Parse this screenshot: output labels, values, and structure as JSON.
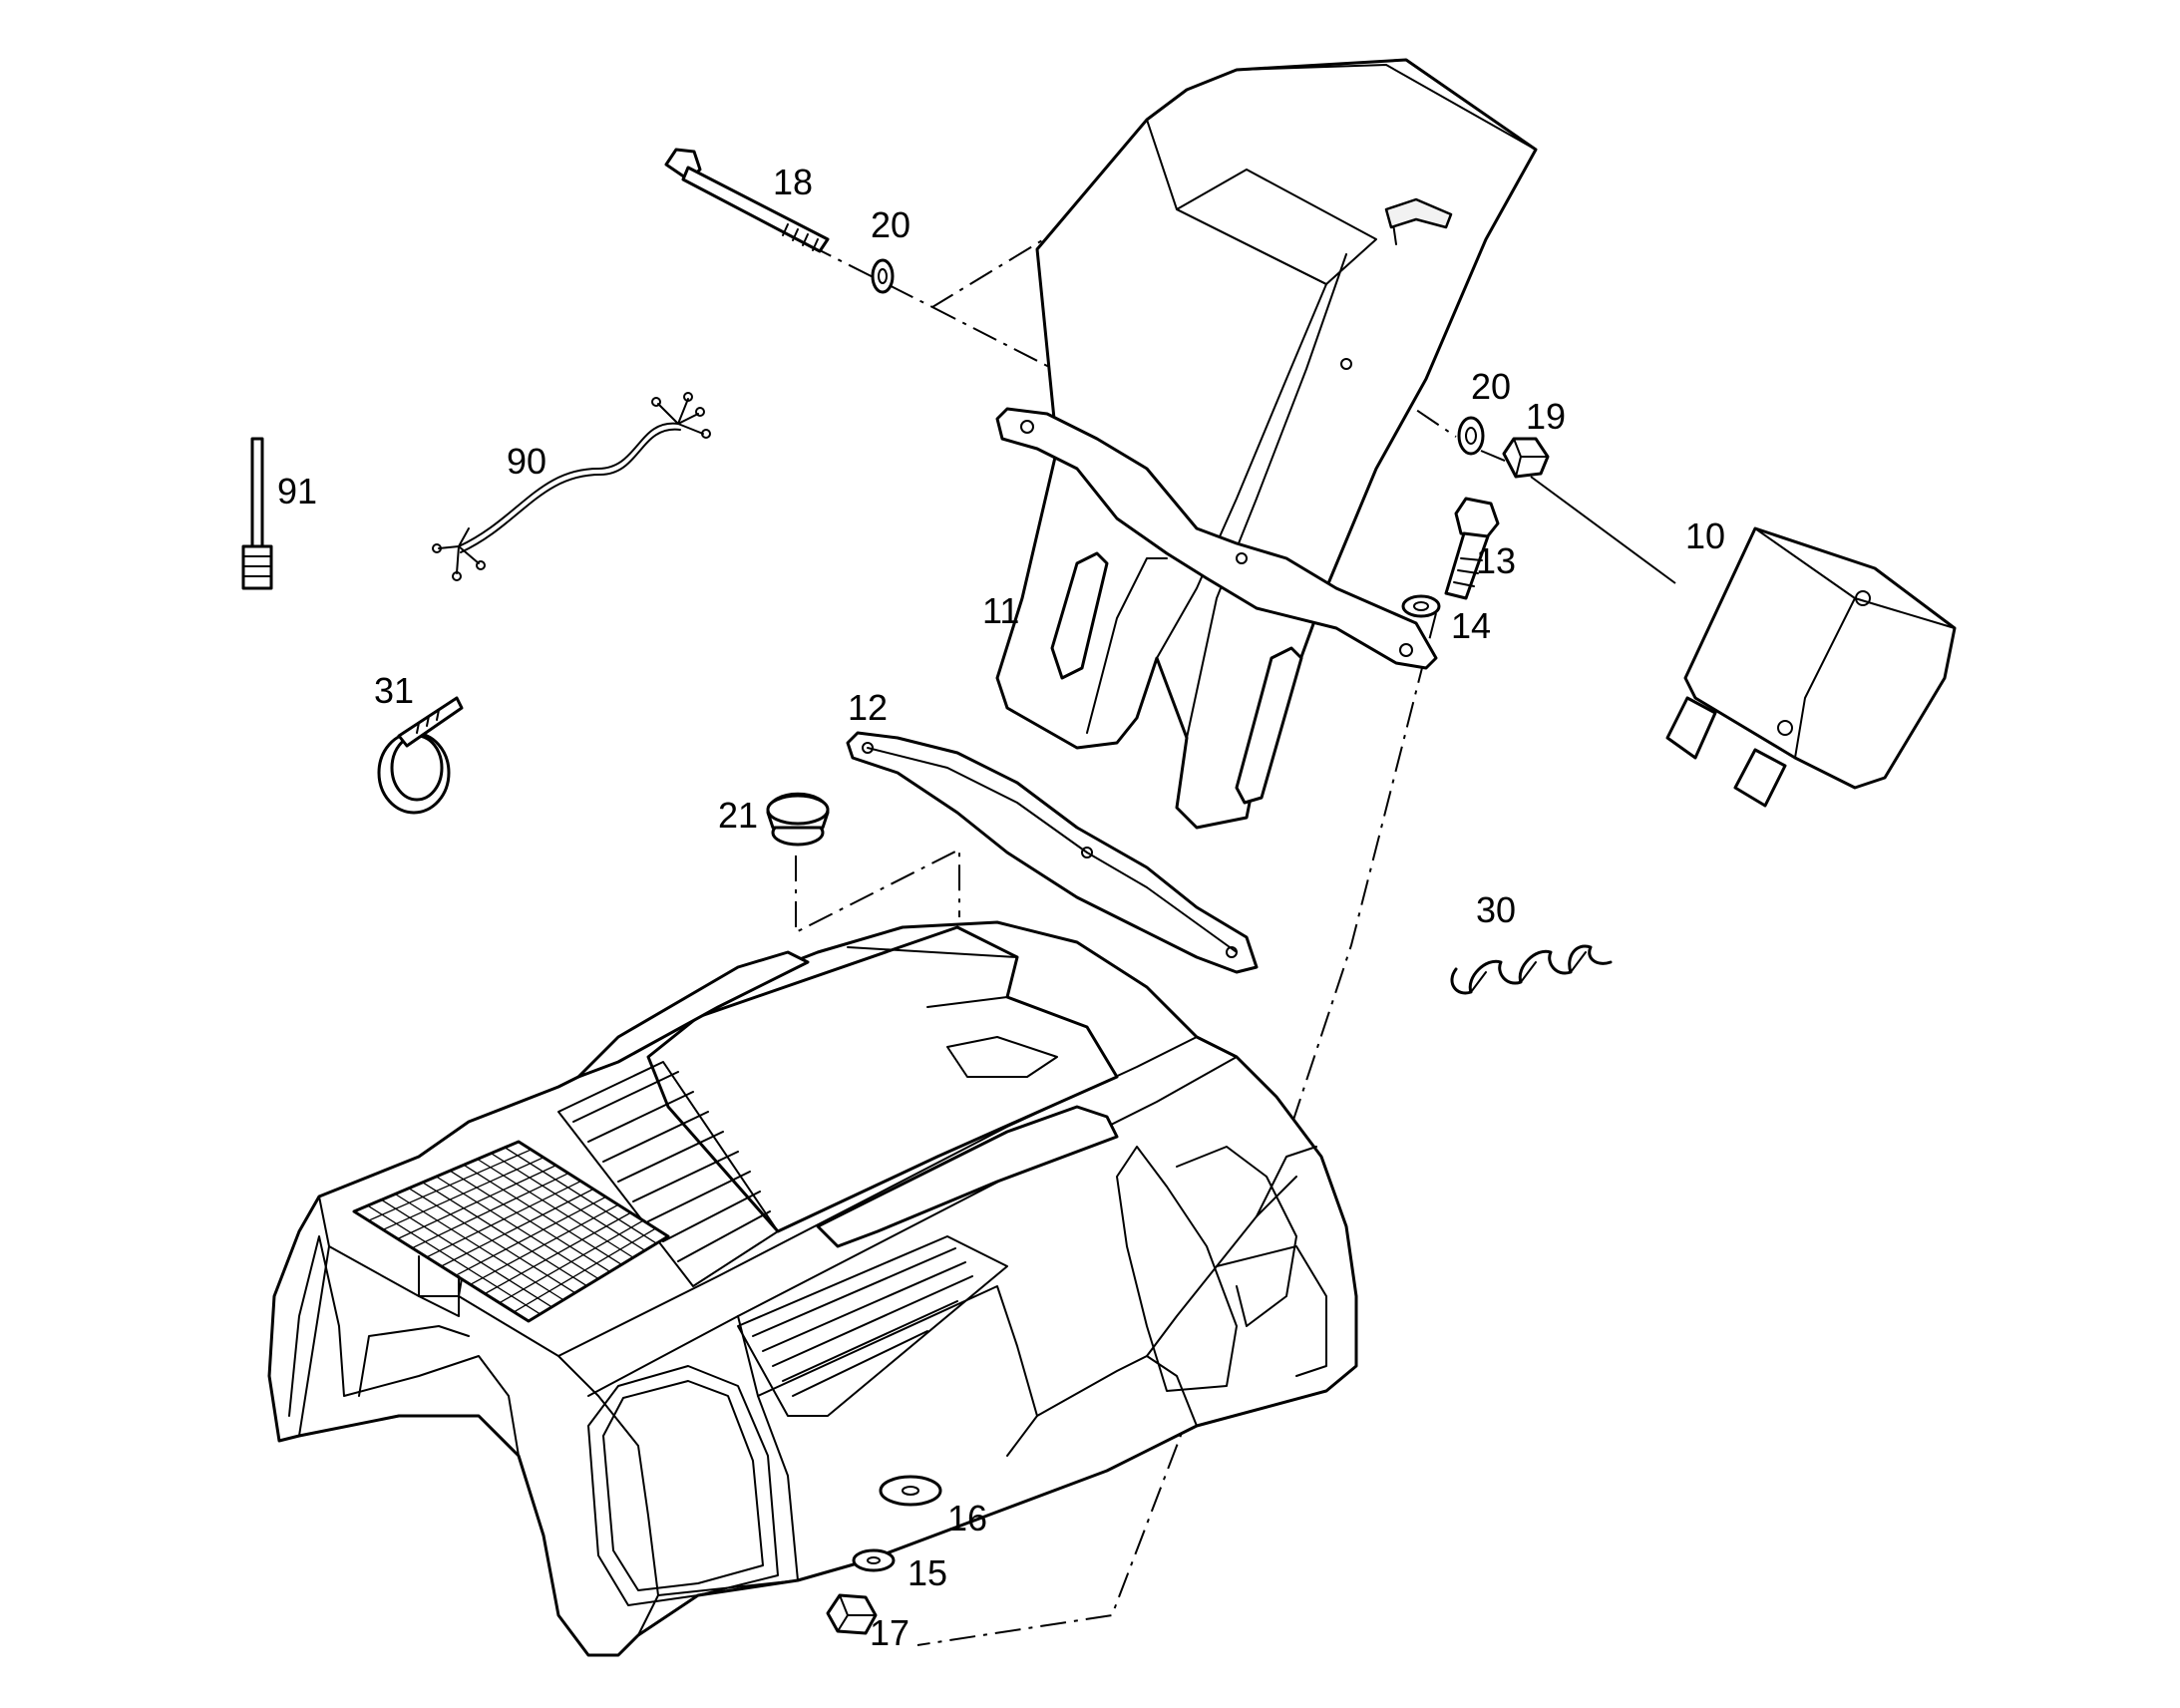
{
  "callouts": {
    "c18": "18",
    "c20a": "20",
    "c20b": "20",
    "c19": "19",
    "c91": "91",
    "c90": "90",
    "c13": "13",
    "c10": "10",
    "c11": "11",
    "c14": "14",
    "c31": "31",
    "c12": "12",
    "c21": "21",
    "c30": "30",
    "c16": "16",
    "c15": "15",
    "c17": "17"
  },
  "colors": {
    "line": "#000000",
    "background": "#ffffff"
  }
}
